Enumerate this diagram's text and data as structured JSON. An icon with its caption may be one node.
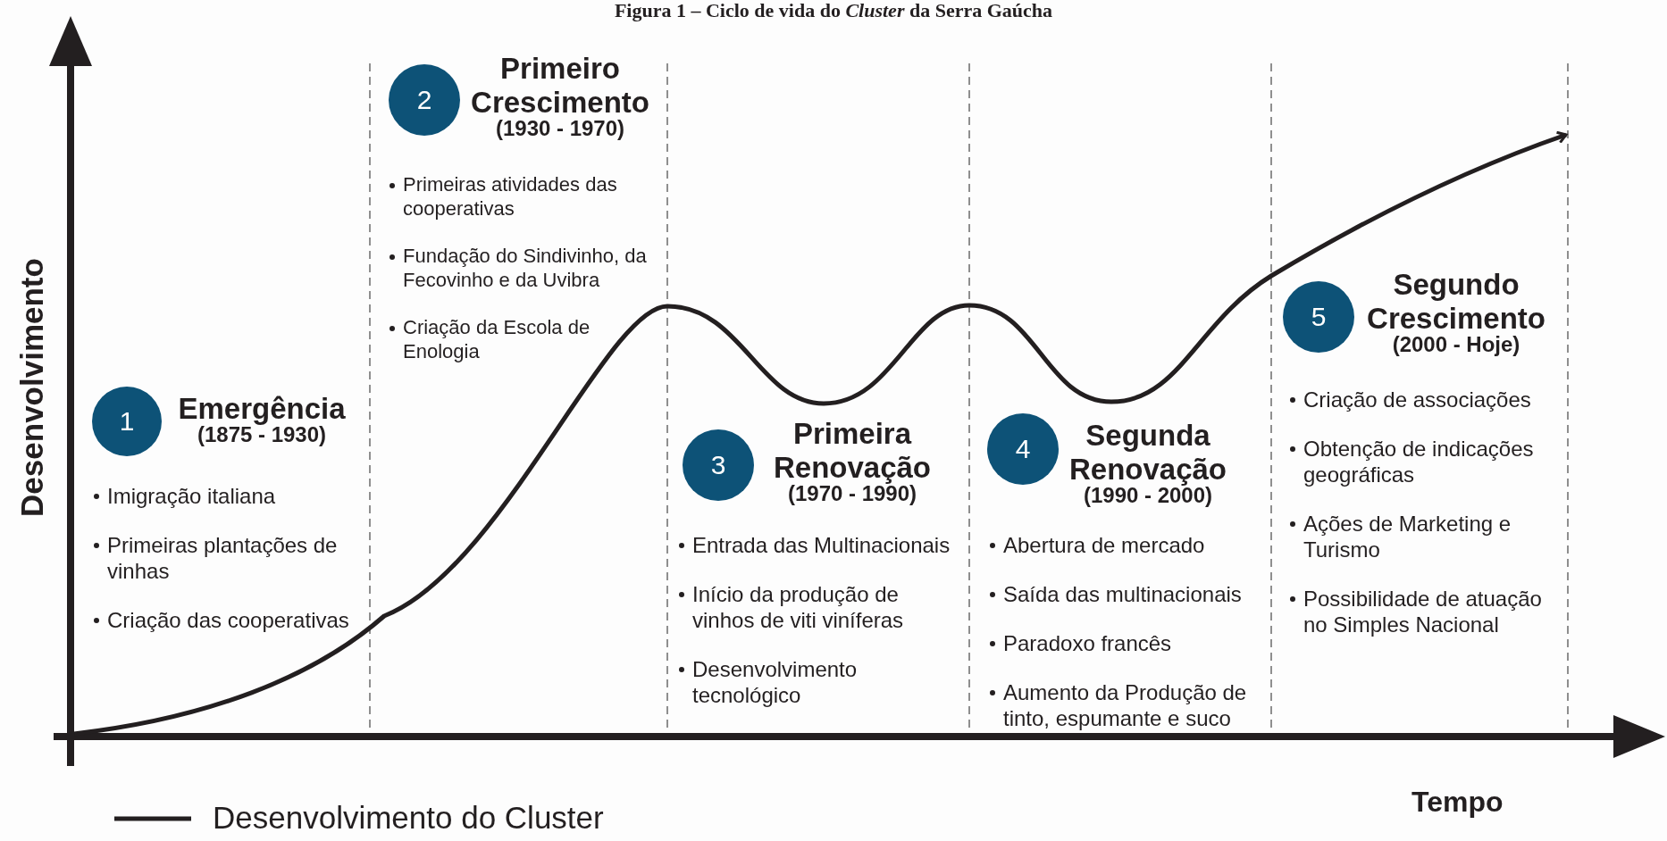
{
  "diagram": {
    "title": "Figura 1 – Ciclo de vida do *Cluster* da Serra Gaúcha",
    "nodes": [
      {
        "text": [
          "1"
        ],
        "beside": [
          "Emergência",
          "(1875 - 1930)",
          "Imigração italiana",
          "Primeiras plantações de vinhas",
          "Criação das cooperativas"
        ]
      },
      {
        "text": [
          "2"
        ],
        "beside": [
          "Primeiro Crescimento",
          "(1930 - 1970)",
          "Primeiras atividades das cooperativas",
          "Fundação do Sindivinho, da Fecovinho e da Uvibra",
          "Criação da Escola de Enologia"
        ]
      },
      {
        "text": [
          "3"
        ],
        "beside": [
          "Primeira Renovação",
          "(1970 - 1990)",
          "Entrada das Multinacionais",
          "Início da produção de vinhos de viti viníferas",
          "Desenvolvimento tecnológico"
        ]
      },
      {
        "text": [
          "4"
        ],
        "beside": [
          "Segunda Renovação",
          "(1990 - 2000)",
          "Abertura de mercado",
          "Saída das multinacionais",
          "Paradoxo francês",
          "Aumento da Produção de tinto, espumante e suco"
        ]
      },
      {
        "text": [
          "5"
        ],
        "beside": [
          "Segundo Crescimento",
          "(2000 - Hoje)",
          "Criação de associações",
          "Obtenção de indicações geográficas",
          "Ações de Marketing e Turismo",
          "Possibilidade de atuação no Simples Nacional"
        ]
      }
    ],
    "labels": [
      "Desenvolvimento",
      "Tempo"
    ],
    "legend": [
      {
        "text": "Desenvolvimento do Cluster"
      }
    ]
  }
}
